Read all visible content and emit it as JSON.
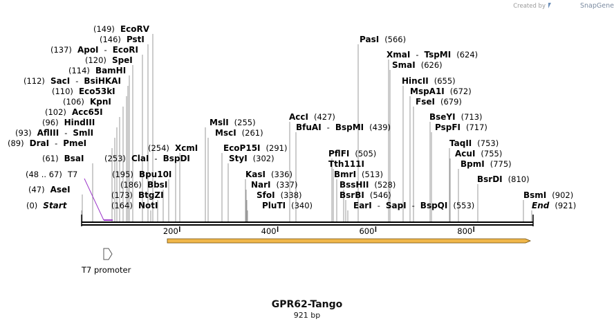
{
  "credit": {
    "prefix": "Created by",
    "brand": "SnapGene"
  },
  "plasmid": {
    "name": "GPR62-Tango",
    "size_label": "921 bp"
  },
  "sequence_length": 921,
  "ruler_ticks": [
    {
      "bp": 200,
      "label": "200"
    },
    {
      "bp": 400,
      "label": "400"
    },
    {
      "bp": 600,
      "label": "600"
    },
    {
      "bp": 800,
      "label": "800"
    }
  ],
  "features": {
    "t7_primer": {
      "range": "(48 .. 67)",
      "name": "T7",
      "color": "#9b35c9"
    },
    "t7_promoter": {
      "label": "T7 promoter"
    },
    "orf_color": "#f0b74a"
  },
  "sites": [
    {
      "id": "ecorv",
      "parts": [
        {
          "pos": "(149)"
        },
        {
          "name": "EcoRV"
        }
      ]
    },
    {
      "id": "psti",
      "parts": [
        {
          "pos": "(146)"
        },
        {
          "name": "PstI"
        }
      ]
    },
    {
      "id": "apoi",
      "parts": [
        {
          "pos": "(137)"
        },
        {
          "name": "ApoI"
        },
        {
          "sep": "-"
        },
        {
          "name": "EcoRI"
        }
      ]
    },
    {
      "id": "spei",
      "parts": [
        {
          "pos": "(120)"
        },
        {
          "name": "SpeI"
        }
      ]
    },
    {
      "id": "bamhi",
      "parts": [
        {
          "pos": "(114)"
        },
        {
          "name": "BamHI"
        }
      ]
    },
    {
      "id": "saci",
      "parts": [
        {
          "pos": "(112)"
        },
        {
          "name": "SacI"
        },
        {
          "sep": "-"
        },
        {
          "name": "BsiHKAI"
        }
      ]
    },
    {
      "id": "eco53ki",
      "parts": [
        {
          "pos": "(110)"
        },
        {
          "name": "Eco53kI"
        }
      ]
    },
    {
      "id": "kpni",
      "parts": [
        {
          "pos": "(106)"
        },
        {
          "name": "KpnI"
        }
      ]
    },
    {
      "id": "acc65i",
      "parts": [
        {
          "pos": "(102)"
        },
        {
          "name": "Acc65I"
        }
      ]
    },
    {
      "id": "hindiii",
      "parts": [
        {
          "pos": "(96)"
        },
        {
          "name": "HindIII"
        }
      ]
    },
    {
      "id": "aflii",
      "parts": [
        {
          "pos": "(93)"
        },
        {
          "name": "AflIII"
        },
        {
          "sep": "-"
        },
        {
          "name": "SmlI"
        }
      ]
    },
    {
      "id": "drai",
      "parts": [
        {
          "pos": "(89)"
        },
        {
          "name": "DraI"
        },
        {
          "sep": "-"
        },
        {
          "name": "PmeI"
        }
      ]
    },
    {
      "id": "bsai",
      "parts": [
        {
          "pos": "(61)"
        },
        {
          "name": "BsaI"
        }
      ]
    },
    {
      "id": "asei",
      "parts": [
        {
          "pos": "(47)"
        },
        {
          "name": "AseI"
        }
      ]
    },
    {
      "id": "start",
      "parts": [
        {
          "pos": "(0)"
        },
        {
          "name": "Start",
          "italic": true
        }
      ]
    },
    {
      "id": "clai",
      "parts": [
        {
          "pos": "(253)"
        },
        {
          "name": "ClaI"
        },
        {
          "sep": "-"
        },
        {
          "name": "BspDI"
        }
      ]
    },
    {
      "id": "xcmi",
      "parts": [
        {
          "pos": "(254)"
        },
        {
          "name": "XcmI"
        }
      ]
    },
    {
      "id": "bpu10i",
      "parts": [
        {
          "pos": "(195)"
        },
        {
          "name": "Bpu10I"
        }
      ]
    },
    {
      "id": "bbsi",
      "parts": [
        {
          "pos": "(186)"
        },
        {
          "name": "BbsI"
        }
      ]
    },
    {
      "id": "btgzi",
      "parts": [
        {
          "pos": "(173)"
        },
        {
          "name": "BtgZI"
        }
      ]
    },
    {
      "id": "noti",
      "parts": [
        {
          "pos": "(164)"
        },
        {
          "name": "NotI"
        }
      ]
    },
    {
      "id": "msli",
      "parts": [
        {
          "name": "MslI"
        },
        {
          "pos": "(255)"
        }
      ]
    },
    {
      "id": "msci",
      "parts": [
        {
          "name": "MscI"
        },
        {
          "pos": "(261)"
        }
      ]
    },
    {
      "id": "ecop15i",
      "parts": [
        {
          "name": "EcoP15I"
        },
        {
          "pos": "(291)"
        }
      ]
    },
    {
      "id": "styi",
      "parts": [
        {
          "name": "StyI"
        },
        {
          "pos": "(302)"
        }
      ]
    },
    {
      "id": "kasi",
      "parts": [
        {
          "name": "KasI"
        },
        {
          "pos": "(336)"
        }
      ]
    },
    {
      "id": "nari",
      "parts": [
        {
          "name": "NarI"
        },
        {
          "pos": "(337)"
        }
      ]
    },
    {
      "id": "sfoi",
      "parts": [
        {
          "name": "SfoI"
        },
        {
          "pos": "(338)"
        }
      ]
    },
    {
      "id": "pluti",
      "parts": [
        {
          "name": "PluTI"
        },
        {
          "pos": "(340)"
        }
      ]
    },
    {
      "id": "acci",
      "parts": [
        {
          "name": "AccI"
        },
        {
          "pos": "(427)"
        }
      ]
    },
    {
      "id": "bfuai",
      "parts": [
        {
          "name": "BfuAI"
        },
        {
          "sep": "-"
        },
        {
          "name": "BspMI"
        },
        {
          "pos": "(439)"
        }
      ]
    },
    {
      "id": "pfifi",
      "parts": [
        {
          "name": "PflFI"
        },
        {
          "pos": "(505)"
        }
      ]
    },
    {
      "id": "tth111i",
      "parts": [
        {
          "name": "Tth111I"
        }
      ]
    },
    {
      "id": "bmri",
      "parts": [
        {
          "name": "BmrI"
        },
        {
          "pos": "(513)"
        }
      ]
    },
    {
      "id": "bsshii",
      "parts": [
        {
          "name": "BssHII"
        },
        {
          "pos": "(528)"
        }
      ]
    },
    {
      "id": "bsrbi",
      "parts": [
        {
          "name": "BsrBI"
        },
        {
          "pos": "(546)"
        }
      ]
    },
    {
      "id": "eari",
      "parts": [
        {
          "name": "EarI"
        },
        {
          "sep": "-"
        },
        {
          "name": "SapI"
        },
        {
          "sep": "-"
        },
        {
          "name": "BspQI"
        },
        {
          "pos": "(553)"
        }
      ]
    },
    {
      "id": "pasi",
      "parts": [
        {
          "name": "PasI"
        },
        {
          "pos": "(566)"
        }
      ]
    },
    {
      "id": "xmai",
      "parts": [
        {
          "name": "XmaI"
        },
        {
          "sep": "-"
        },
        {
          "name": "TspMI"
        },
        {
          "pos": "(624)"
        }
      ]
    },
    {
      "id": "smai",
      "parts": [
        {
          "name": "SmaI"
        },
        {
          "pos": "(626)"
        }
      ]
    },
    {
      "id": "hincii",
      "parts": [
        {
          "name": "HincII"
        },
        {
          "pos": "(655)"
        }
      ]
    },
    {
      "id": "mspa1i",
      "parts": [
        {
          "name": "MspA1I"
        },
        {
          "pos": "(672)"
        }
      ]
    },
    {
      "id": "fsei",
      "parts": [
        {
          "name": "FseI"
        },
        {
          "pos": "(679)"
        }
      ]
    },
    {
      "id": "bseyi",
      "parts": [
        {
          "name": "BseYI"
        },
        {
          "pos": "(713)"
        }
      ]
    },
    {
      "id": "pspfi",
      "parts": [
        {
          "name": "PspFI"
        },
        {
          "pos": "(717)"
        }
      ]
    },
    {
      "id": "taqii",
      "parts": [
        {
          "name": "TaqII"
        },
        {
          "pos": "(753)"
        }
      ]
    },
    {
      "id": "acui",
      "parts": [
        {
          "name": "AcuI"
        },
        {
          "pos": "(755)"
        }
      ]
    },
    {
      "id": "bpmi",
      "parts": [
        {
          "name": "BpmI"
        },
        {
          "pos": "(775)"
        }
      ]
    },
    {
      "id": "bsrdi",
      "parts": [
        {
          "name": "BsrDI"
        },
        {
          "pos": "(810)"
        }
      ]
    },
    {
      "id": "bsmi",
      "parts": [
        {
          "name": "BsmI"
        },
        {
          "pos": "(902)"
        }
      ]
    },
    {
      "id": "end",
      "parts": [
        {
          "name": "End",
          "italic": true
        },
        {
          "pos": "(921)"
        }
      ]
    }
  ]
}
